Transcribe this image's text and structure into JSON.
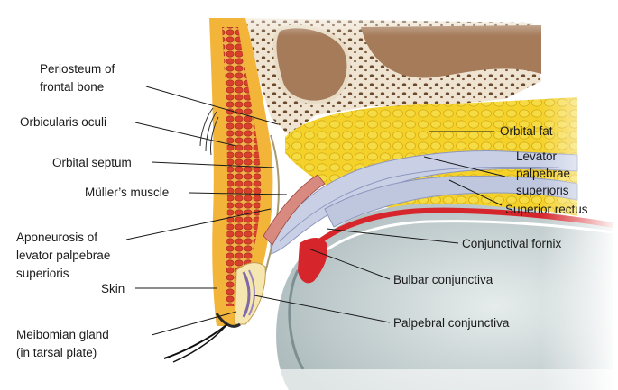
{
  "labels_left": [
    {
      "id": "periosteum",
      "lines": [
        "Periosteum of",
        "frontal bone"
      ]
    },
    {
      "id": "orbicularis",
      "lines": [
        "Orbicularis oculi"
      ]
    },
    {
      "id": "septum",
      "lines": [
        "Orbital septum"
      ]
    },
    {
      "id": "muller",
      "lines": [
        "Müller’s muscle"
      ]
    },
    {
      "id": "aponeurosis",
      "lines": [
        "Aponeurosis of",
        "levator palpebrae",
        "superioris"
      ]
    },
    {
      "id": "skin",
      "lines": [
        "Skin"
      ]
    },
    {
      "id": "meibomian",
      "lines": [
        "Meibomian gland",
        "(in tarsal plate)"
      ]
    }
  ],
  "labels_right": [
    {
      "id": "orbital-fat",
      "lines": [
        "Orbital fat"
      ]
    },
    {
      "id": "levator",
      "lines": [
        "Levator",
        "palpebrae",
        "superioris"
      ]
    },
    {
      "id": "superior-rectus",
      "lines": [
        "Superior rectus"
      ]
    },
    {
      "id": "conj-fornix",
      "lines": [
        "Conjunctival fornix"
      ]
    },
    {
      "id": "bulbar-conj",
      "lines": [
        "Bulbar conjunctiva"
      ]
    },
    {
      "id": "palpebral-conj",
      "lines": [
        "Palpebral conjunctiva"
      ]
    }
  ],
  "colors": {
    "bone": "#efe5d3",
    "bone_pores": "#6b4a2e",
    "sinus": "#a57b5a",
    "fat": "#f2cf22",
    "muscle": "#d9402c",
    "eyelid_skin": "#f3b43a",
    "levator": "#c7cfe6",
    "eyeball": "#c8d3d5",
    "sclera_red": "#d6262b"
  }
}
